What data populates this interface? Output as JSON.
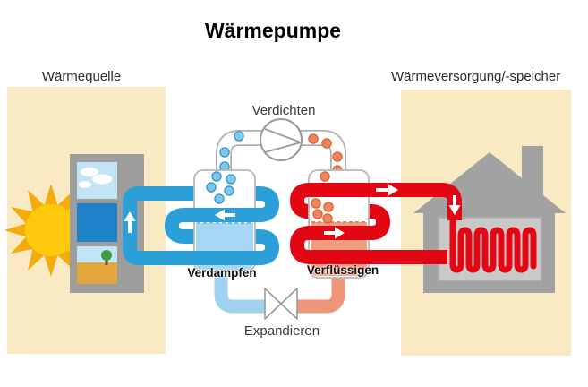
{
  "title": "Wärmepumpe",
  "labels": {
    "heat_source": "Wärmequelle",
    "heat_supply": "Wärmeversorgung/-speicher",
    "compress": "Verdichten",
    "evaporate": "Verdampfen",
    "condense": "Verflüssigen",
    "expand": "Expandieren"
  },
  "icons": [
    "sun-icon",
    "door-with-air-water-ground-icon",
    "house-icon",
    "compressor-icon",
    "expansion-valve-icon",
    "heating-coil-icon",
    "flow-arrow-up-icon",
    "flow-arrow-left-icon",
    "flow-arrow-right-icon",
    "flow-arrow-down-icon"
  ],
  "colors": {
    "panel_yellow": "#FAEAC4",
    "pipe_blue": "#2B9FD8",
    "pipe_blue_light": "#9FD2EE",
    "pipe_red": "#E30613",
    "pipe_salmon": "#EF9678",
    "liquid_blue": "#A6D7F2",
    "liquid_salmon": "#EF9F80",
    "bubble_blue": "#7EC8EC",
    "bubble_blue_edge": "#3A9FD0",
    "bubble_orange": "#F0875C",
    "bubble_orange_edge": "#D96A3F",
    "house_gray": "#A2A2A2",
    "heat_panel_gray": "#C9C9C9",
    "door_gray": "#9D9D9D",
    "sun_yellow": "#FFC90E",
    "sun_ray": "#F2AC0D",
    "outline_gray": "#AFAFAF",
    "water_blue": "#1E82C8",
    "sky_blue": "#C2E5F5",
    "ground_orange": "#E3A63C",
    "tree_green": "#3E9B3E",
    "trunk_brown": "#7A4A21"
  }
}
